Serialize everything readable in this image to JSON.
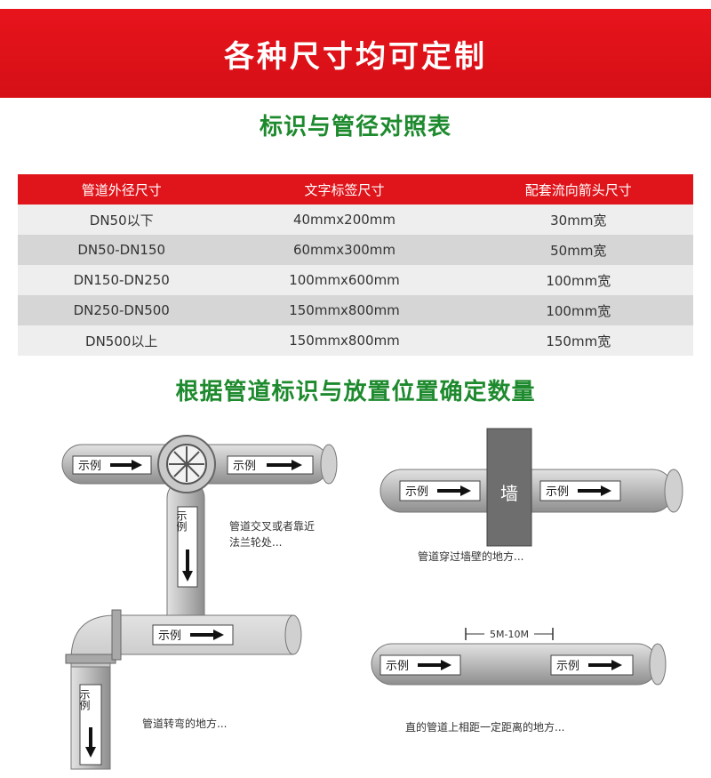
{
  "banner": {
    "title": "各种尺寸均可定制"
  },
  "table_title": "标识与管径对照表",
  "table": {
    "headers": [
      "管道外径尺寸",
      "文字标签尺寸",
      "配套流向箭头尺寸"
    ],
    "rows": [
      [
        "DN50以下",
        "40mmx200mm",
        "30mm宽"
      ],
      [
        "DN50-DN150",
        "60mmx300mm",
        "50mm宽"
      ],
      [
        "DN150-DN250",
        "100mmx600mm",
        "100mm宽"
      ],
      [
        "DN250-DN500",
        "150mmx800mm",
        "100mm宽"
      ],
      [
        "DN500以上",
        "150mmx800mm",
        "150mm宽"
      ]
    ]
  },
  "section2_title": "根据管道标识与放置位置确定数量",
  "diagrams": {
    "label_text": "示例",
    "wall_text": "墙",
    "spacing_text": "5M-10M",
    "cross_caption_1": "管道交叉或者靠近",
    "cross_caption_2": "法兰轮处...",
    "wall_caption": "管道穿过墙壁的地方...",
    "elbow_caption": "管道转弯的地方...",
    "straight_caption": "直的管道上相距一定距离的地方..."
  },
  "colors": {
    "banner_red": "#e0141b",
    "title_green": "#1e8a2e",
    "pipe_grey": "#b8b8b8"
  }
}
